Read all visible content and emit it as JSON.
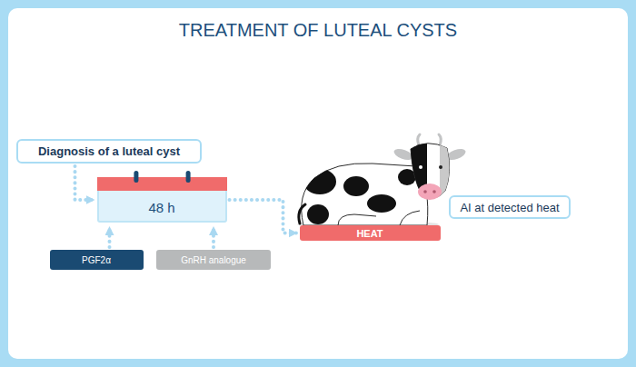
{
  "diagram": {
    "title": "TREATMENT OF LUTEAL CYSTS",
    "nodes": [
      {
        "text": [
          "Diagnosis of a luteal cyst"
        ]
      },
      {
        "text": [
          "48 h"
        ]
      },
      {
        "text": [
          "PGF2α"
        ]
      },
      {
        "text": [
          "GnRH analogue"
        ]
      },
      {
        "text": [
          "HEAT"
        ]
      },
      {
        "text": [
          "AI at detected heat"
        ]
      }
    ],
    "edges": [
      {
        "from": 0,
        "to": 1,
        "arrow": "to"
      },
      {
        "from": 2,
        "to": 1,
        "arrow": "to"
      },
      {
        "from": 3,
        "to": 1,
        "arrow": "to"
      },
      {
        "from": 1,
        "to": 4,
        "arrow": "to"
      }
    ]
  }
}
